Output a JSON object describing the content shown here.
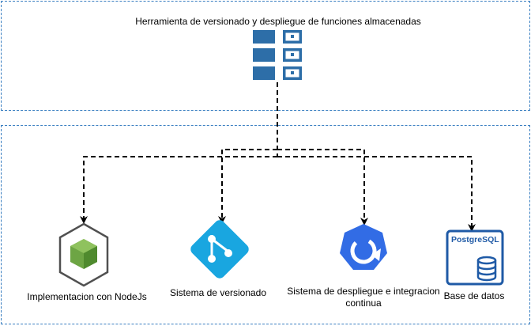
{
  "title": "Herramienta de versionado y despliegue de funciones almacenadas",
  "components": [
    {
      "label": "Implementacion  con NodeJs",
      "icon": "nodejs-hexagon-icon"
    },
    {
      "label": "Sistema de versionado",
      "icon": "git-diamond-icon"
    },
    {
      "label": "Sistema de despliegue e integracion continua",
      "icon": "ci-cd-heptagon-icon"
    },
    {
      "label": "Base de datos",
      "icon": "postgresql-database-icon"
    }
  ],
  "root_icon": "stored-procedures-grid-icon",
  "postgres_text": "PostgreSQL",
  "colors": {
    "box_border": "#3a7fc1",
    "grid_blue": "#2d6ea8",
    "node_outline": "#505050",
    "node_green": "#6da544",
    "git_blue": "#19a6e0",
    "ci_blue": "#326ce5",
    "pg_blue": "#1f5aa6"
  }
}
